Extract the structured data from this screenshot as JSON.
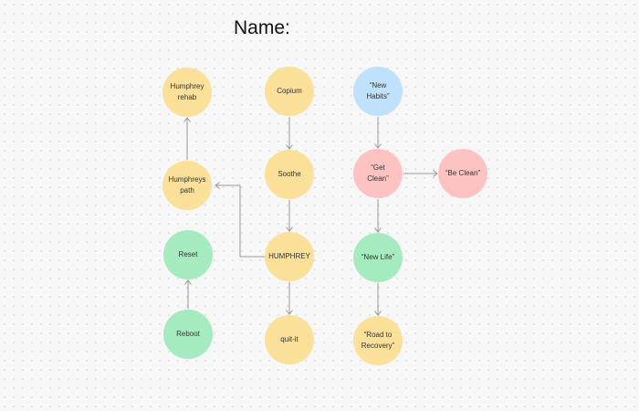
{
  "board": {
    "title": "Name:",
    "colors": {
      "yellow": "#fbe09a",
      "green": "#a6ebc0",
      "blue": "#bfe1fb",
      "red": "#fdc3c3",
      "edge": "#9a9a9a"
    },
    "nodes": [
      {
        "id": "humphrey-rehab",
        "label": "Humphrey\nrehab",
        "color": "yellow"
      },
      {
        "id": "copium",
        "label": "Copium",
        "color": "yellow"
      },
      {
        "id": "new-habits",
        "label": "“New\nHabits”",
        "color": "blue"
      },
      {
        "id": "humphreys-path",
        "label": "Humphreys\npath",
        "color": "yellow"
      },
      {
        "id": "soothe",
        "label": "Soothe",
        "color": "yellow"
      },
      {
        "id": "get-clean",
        "label": "“Get\nClean”",
        "color": "red"
      },
      {
        "id": "be-clean",
        "label": "“Be Clean”",
        "color": "red"
      },
      {
        "id": "reset",
        "label": "Reset",
        "color": "green"
      },
      {
        "id": "humphrey",
        "label": "HUMPHREY",
        "color": "yellow"
      },
      {
        "id": "new-life",
        "label": "“New Life”",
        "color": "green"
      },
      {
        "id": "reboot",
        "label": "Reboot",
        "color": "green"
      },
      {
        "id": "quit-it",
        "label": "quit-it",
        "color": "yellow"
      },
      {
        "id": "road-to-recovery",
        "label": "“Road to\nRecovery”",
        "color": "yellow"
      }
    ],
    "edges": [
      {
        "from": "humphreys-path",
        "to": "humphrey-rehab"
      },
      {
        "from": "copium",
        "to": "soothe"
      },
      {
        "from": "soothe",
        "to": "humphrey"
      },
      {
        "from": "humphrey",
        "to": "humphreys-path"
      },
      {
        "from": "humphrey",
        "to": "quit-it"
      },
      {
        "from": "reboot",
        "to": "reset"
      },
      {
        "from": "new-habits",
        "to": "get-clean"
      },
      {
        "from": "get-clean",
        "to": "be-clean"
      },
      {
        "from": "get-clean",
        "to": "new-life"
      },
      {
        "from": "new-life",
        "to": "road-to-recovery"
      }
    ]
  }
}
